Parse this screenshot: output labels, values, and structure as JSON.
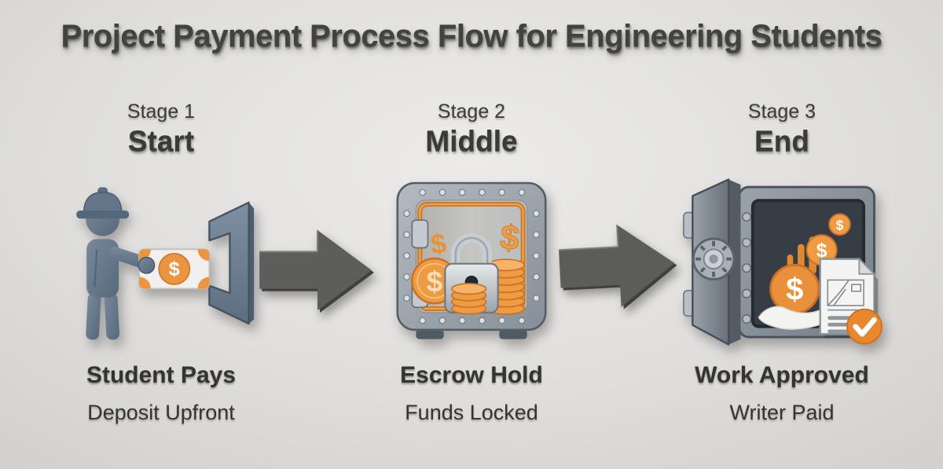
{
  "title": "Project Payment Process Flow for Engineering Students",
  "glyphs": {
    "dollar": "$"
  },
  "stages": [
    {
      "stage_label": "Stage 1",
      "stage_name": "Start",
      "icon": "worker-deposit-banknote-icon",
      "heading": "Student Pays",
      "subheading": "Deposit Upfront"
    },
    {
      "stage_label": "Stage 2",
      "stage_name": "Middle",
      "icon": "locked-escrow-safe-icon",
      "heading": "Escrow Hold",
      "subheading": "Funds Locked"
    },
    {
      "stage_label": "Stage 3",
      "stage_name": "End",
      "icon": "open-safe-payout-icon",
      "heading": "Work Approved",
      "subheading": "Writer Paid"
    }
  ],
  "arrows": {
    "direction": "right",
    "count": 2
  },
  "colors": {
    "background": "#dedddb",
    "text_dark": "#3d3d3d",
    "arrow_gray": "#575755",
    "slate_blue": "#66798c",
    "accent_orange": "#e8913a",
    "steel_gray": "#9aa2aa",
    "paper_white": "#f3f3f0",
    "interior_dark": "#3a4148"
  }
}
